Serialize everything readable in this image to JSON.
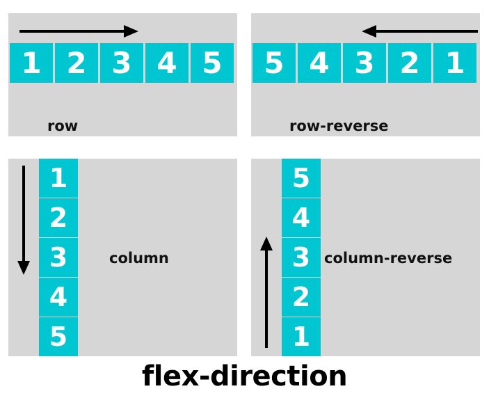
{
  "caption": "flex-direction",
  "colors": {
    "item_fill": "#00c6d1",
    "panel_background": "#d6d6d6",
    "page_background": "#ffffff",
    "text_on_item": "#ffffff",
    "label_text": "#111111",
    "arrow": "#000000"
  },
  "panels": [
    {
      "id": "row",
      "label": "row",
      "arrow_direction": "right",
      "orientation": "horizontal",
      "items": [
        "1",
        "2",
        "3",
        "4",
        "5"
      ]
    },
    {
      "id": "row-reverse",
      "label": "row-reverse",
      "arrow_direction": "left",
      "orientation": "horizontal",
      "items": [
        "5",
        "4",
        "3",
        "2",
        "1"
      ]
    },
    {
      "id": "column",
      "label": "column",
      "arrow_direction": "down",
      "orientation": "vertical",
      "items": [
        "1",
        "2",
        "3",
        "4",
        "5"
      ]
    },
    {
      "id": "column-reverse",
      "label": "column-reverse",
      "arrow_direction": "up",
      "orientation": "vertical",
      "items": [
        "5",
        "4",
        "3",
        "2",
        "1"
      ]
    }
  ]
}
